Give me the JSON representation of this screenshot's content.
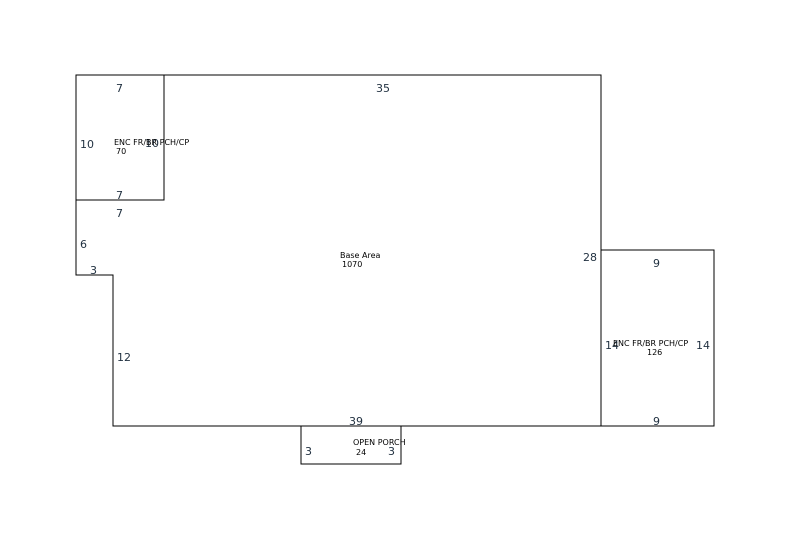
{
  "areas": {
    "base": {
      "name": "Base Area",
      "value": "1070"
    },
    "enc_left": {
      "name": "ENC FR/BR PCH/CP",
      "value": "70"
    },
    "enc_right": {
      "name": "ENC FR/BR PCH/CP",
      "value": "126"
    },
    "porch": {
      "name": "OPEN PORCH",
      "value": "24"
    }
  },
  "dimensions": {
    "base_top": "35",
    "base_right": "28",
    "base_bottom": "39",
    "base_left_bottom": "12",
    "base_step": "3",
    "base_left_mid": "6",
    "base_top_left": "7",
    "enc_left_top": "7",
    "enc_left_bottom": "7",
    "enc_left_left": "10",
    "enc_left_right": "10",
    "enc_right_top": "9",
    "enc_right_bottom": "9",
    "enc_right_left": "14",
    "enc_right_right": "14",
    "porch_left": "3",
    "porch_right": "3"
  }
}
